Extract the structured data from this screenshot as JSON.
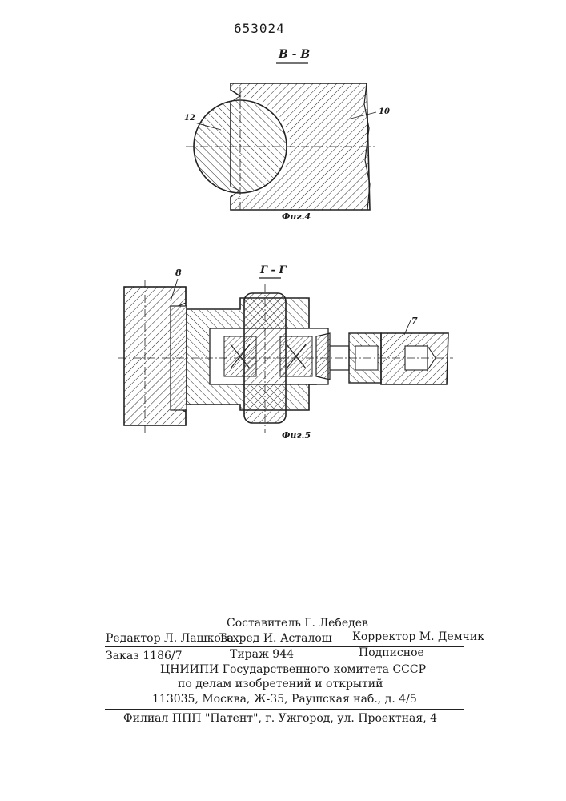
{
  "patent_number": "653024",
  "figure4": {
    "section_label": "В - В",
    "caption": "Фиг.4",
    "part_labels": [
      "12",
      "10"
    ]
  },
  "figure5": {
    "section_label": "Г - Г",
    "caption": "Фиг.5",
    "part_labels": [
      "8",
      "7"
    ]
  },
  "imprint": {
    "compiler": "Составитель Г. Лебедев",
    "editor": "Редактор Л. Лашкова",
    "techeditor": "Техред И. Асталош",
    "corrector": "Корректор М. Демчик",
    "order": "Заказ 1186/7",
    "circulation": "Тираж 944",
    "subscription": "Подписное",
    "institute_line1": "ЦНИИПИ Государственного комитета СССР",
    "institute_line2": "по делам изобретений и открытий",
    "address": "113035, Москва, Ж-35, Раушская наб., д. 4/5",
    "branch": "Филиал ППП \"Патент\", г. Ужгород, ул. Проектная, 4"
  }
}
